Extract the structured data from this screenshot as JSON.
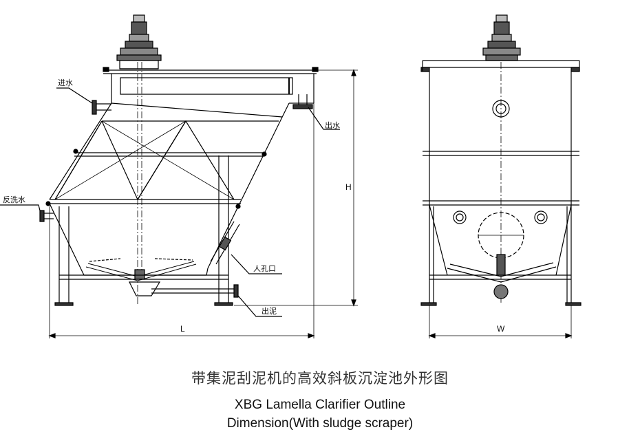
{
  "labels": {
    "inlet": "进水",
    "outlet": "出水",
    "backwash": "反洗水",
    "manhole": "人孔口",
    "sludge_outlet": "出泥"
  },
  "dimensions": {
    "length": "L",
    "height": "H",
    "width": "W"
  },
  "caption": {
    "chinese": "带集泥刮泥机的高效斜板沉淀池外形图",
    "english_line1": "XBG Lamella Clarifier Outline",
    "english_line2": "Dimension(With sludge scraper)"
  }
}
